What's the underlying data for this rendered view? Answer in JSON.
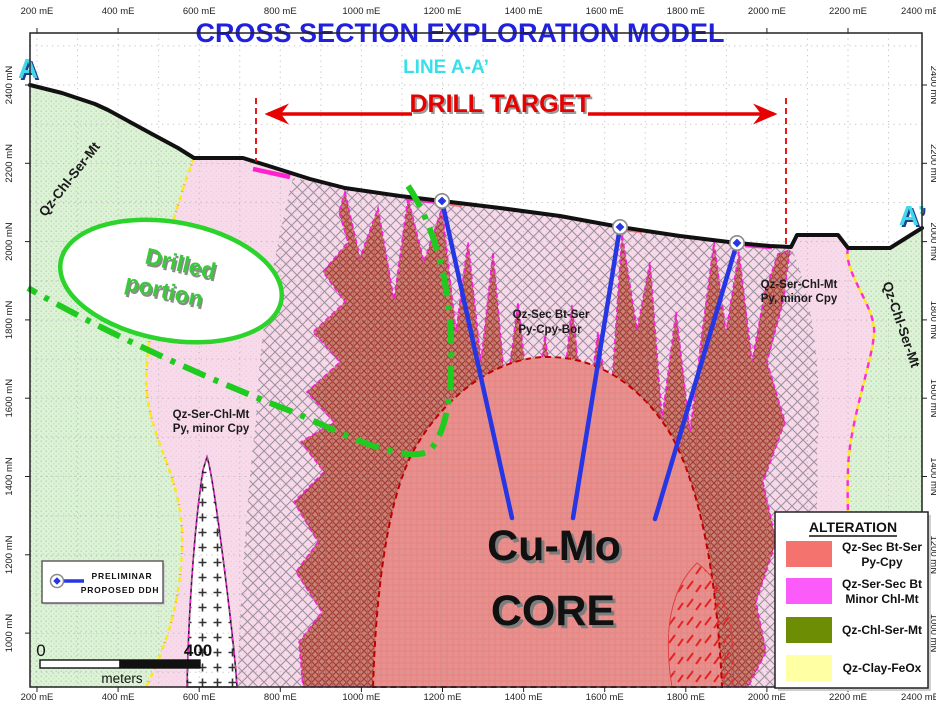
{
  "title": "CROSS SECTION EXPLORATION MODEL",
  "subtitle": "LINE A-A’",
  "section_endpoints": {
    "left": "A",
    "right": "A’"
  },
  "drill_target_label": "DRILL TARGET",
  "drilled_portion": {
    "line1": "Drilled",
    "line2": "portion"
  },
  "zone_labels": {
    "left_green": "Qz-Chl-Ser-Mt",
    "right_green": "Qz-Chl-Ser-Mt",
    "left_pink_line1": "Qz-Ser-Chl-Mt",
    "left_pink_line2": "Py, minor Cpy",
    "right_pink_line1": "Qz-Ser-Chl-Mt",
    "right_pink_line2": "Py, minor Cpy",
    "center_line1": "Qz-Sec Bt-Ser",
    "center_line2": "Py-Cpy-Bor",
    "core_line1": "Cu-Mo",
    "core_line2": "CORE"
  },
  "ddh_legend": {
    "line1": "PRELIMINAR",
    "line2": "PROPOSED DDH"
  },
  "scale_bar": {
    "start": "0",
    "end": "400",
    "unit": "meters"
  },
  "alteration_legend": {
    "title": "ALTERATION",
    "items": [
      {
        "color": "#f4736f",
        "line1": "Qz-Sec Bt-Ser",
        "line2": "Py-Cpy"
      },
      {
        "color": "#fb5bf9",
        "line1": "Qz-Ser-Sec Bt",
        "line2": "Minor Chl-Mt"
      },
      {
        "color": "#6d8d05",
        "line1": "Qz-Chl-Ser-Mt"
      },
      {
        "color": "#ffffa3",
        "line1": "Qz-Clay-FeOx"
      }
    ]
  },
  "axes": {
    "mE_labels": [
      "200 mE",
      "400 mE",
      "600 mE",
      "800 mE",
      "1000 mE",
      "1200 mE",
      "1400 mE",
      "1600 mE",
      "1800 mE",
      "2000 mE",
      "2200 mE",
      "2400 mE"
    ],
    "mN_labels": [
      "2400 mN",
      "2200 mN",
      "2000 mN",
      "1800 mN",
      "1600 mN",
      "1400 mN",
      "1200 mN",
      "1000 mN"
    ]
  },
  "colors": {
    "title": "#2121dc",
    "subtitle": "#38dfe9",
    "endpoints": "#41d9ea",
    "drill_target": "#e60000",
    "drilled_portion": "#3cc83c",
    "drill_hole": "#2636e3",
    "core_fill": "#e9908e",
    "green_zone": "#def2d8",
    "pink_zone": "#f8dbea"
  }
}
